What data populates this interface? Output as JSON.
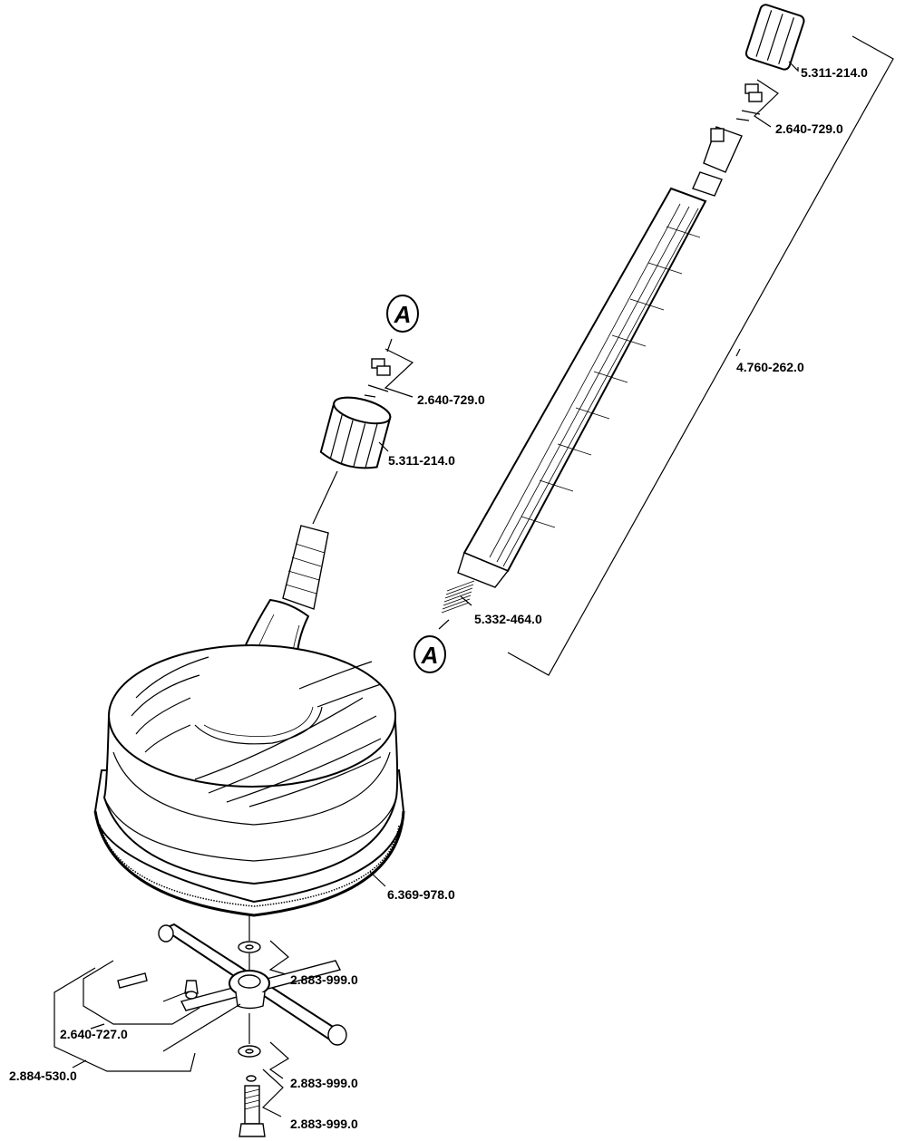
{
  "callouts": {
    "top": "A",
    "bottom": "A"
  },
  "labels": {
    "nut_top": "5.311-214.0",
    "coupling_top": "2.640-729.0",
    "lance": "4.760-262.0",
    "spring": "5.332-464.0",
    "coupling_mid": "2.640-729.0",
    "nut_mid": "5.311-214.0",
    "cleaner_housing": "6.369-978.0",
    "washer_1": "2.883-999.0",
    "nozzle_kit": "2.640-727.0",
    "rotor_arm": "2.884-530.0",
    "washer_2": "2.883-999.0",
    "oring_bolt": "2.883-999.0"
  }
}
